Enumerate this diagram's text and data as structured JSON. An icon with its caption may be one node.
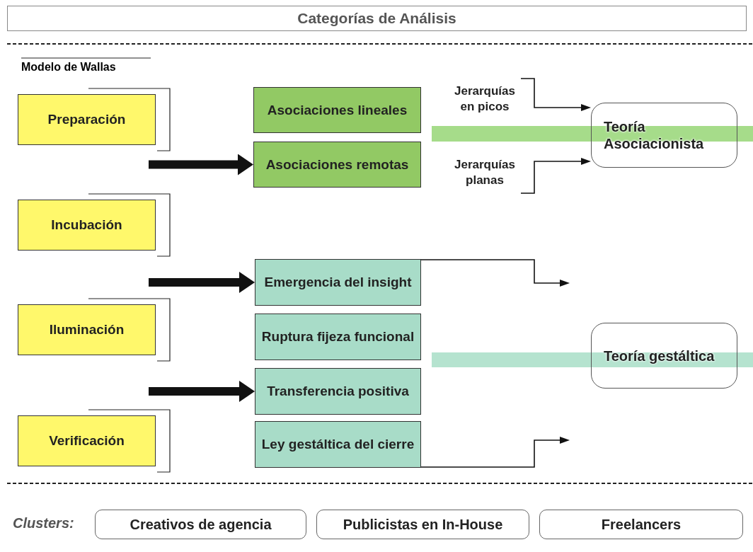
{
  "diagram": {
    "title": "Categorías de Análisis",
    "nodes": [
      {
        "text": [
          "Preparación"
        ]
      },
      {
        "text": [
          "Incubación"
        ]
      },
      {
        "text": [
          "Iluminación"
        ]
      },
      {
        "text": [
          "Verificación"
        ]
      },
      {
        "text": [
          "Asociaciones lineales"
        ]
      },
      {
        "text": [
          "Asociaciones remotas"
        ]
      },
      {
        "text": [
          "Emergencia del insight"
        ]
      },
      {
        "text": [
          "Ruptura fijeza funcional"
        ]
      },
      {
        "text": [
          "Transferencia positiva"
        ]
      },
      {
        "text": [
          "Ley gestáltica del cierre"
        ]
      },
      {
        "text": [
          "Teoría Asociacionista"
        ]
      },
      {
        "text": [
          "Teoría gestáltica"
        ]
      },
      {
        "text": [
          "Creativos de agencia"
        ]
      },
      {
        "text": [
          "Publicistas en In-House"
        ]
      },
      {
        "text": [
          "Freelancers"
        ]
      },
      {
        "text": [
          "Jerarquías en picos"
        ]
      },
      {
        "text": [
          "Jerarquías planas"
        ]
      }
    ],
    "edges": [
      {
        "from": 15,
        "to": 10,
        "arrow": "to"
      },
      {
        "from": 16,
        "to": 10,
        "arrow": "to"
      },
      {
        "from": 6,
        "to": null,
        "arrow": "to"
      },
      {
        "from": 9,
        "to": null,
        "arrow": "to"
      },
      {
        "from": null,
        "to": 5,
        "arrow": "to",
        "style": "thick"
      },
      {
        "from": null,
        "to": 6,
        "arrow": "to",
        "style": "thick"
      },
      {
        "from": null,
        "to": 8,
        "arrow": "to",
        "style": "thick"
      }
    ],
    "labels": [
      "Modelo de Wallas",
      "Clusters:"
    ]
  }
}
